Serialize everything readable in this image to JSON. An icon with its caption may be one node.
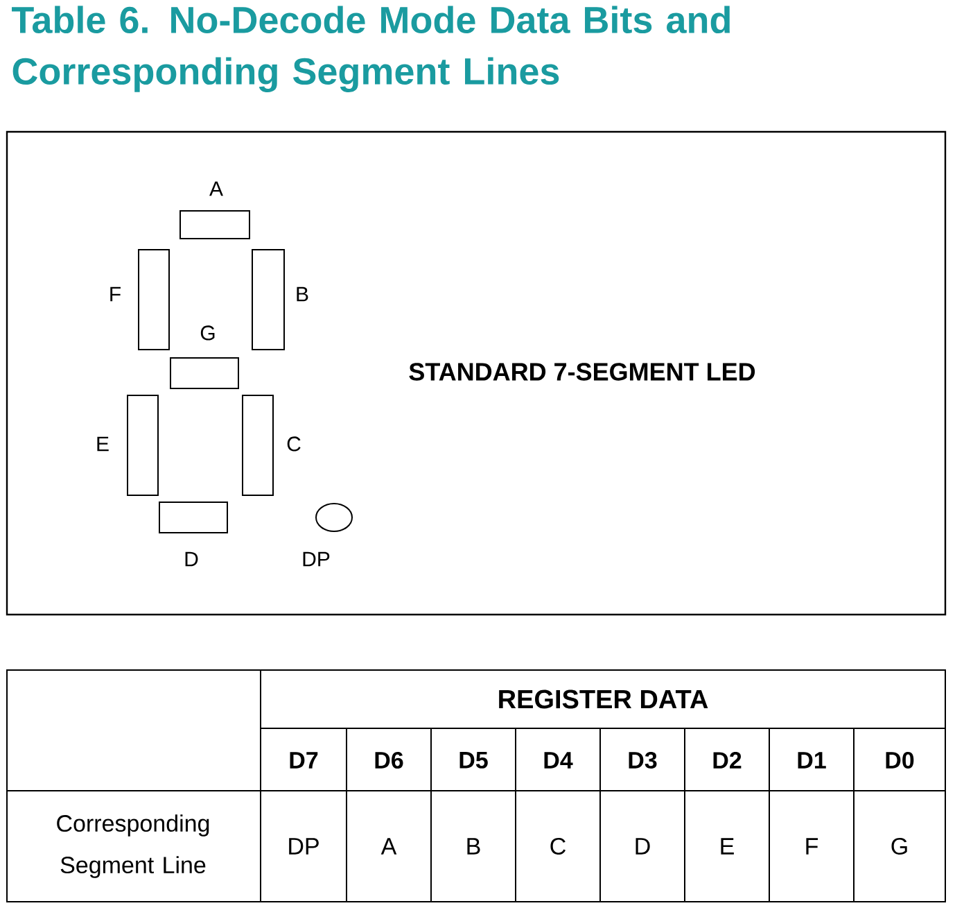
{
  "diagram": {
    "title": "Table 6. No-Decode Mode Data Bits and Corresponding Segment Lines",
    "labels": [
      "A",
      "F",
      "B",
      "G",
      "STANDARD 7-SEGMENT LED",
      "E",
      "C",
      "D",
      "DP",
      "REGISTER DATA",
      "D7",
      "D6",
      "D5",
      "D4",
      "D3",
      "D2",
      "D1",
      "D0",
      "Corresponding Segment Line",
      "DP",
      "A",
      "B",
      "C",
      "D",
      "E",
      "F",
      "G"
    ]
  }
}
